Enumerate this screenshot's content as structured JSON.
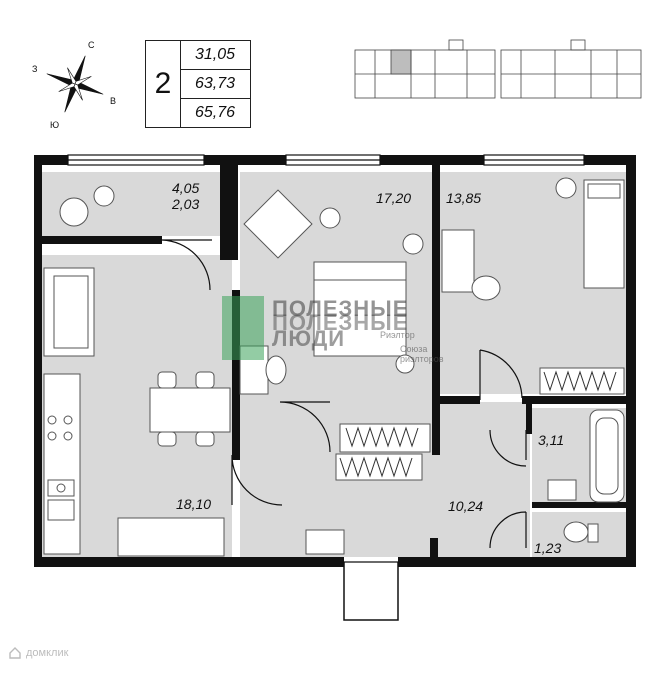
{
  "compass": {
    "north": "С",
    "east": "В",
    "south": "Ю",
    "west": "З"
  },
  "summary": {
    "rooms": "2",
    "areas": [
      "31,05",
      "63,73",
      "65,76"
    ]
  },
  "rooms": [
    {
      "id": "balcony",
      "lines": [
        "4,05",
        "2,03"
      ]
    },
    {
      "id": "living-room",
      "lines": [
        "17,20"
      ]
    },
    {
      "id": "bedroom",
      "lines": [
        "13,85"
      ]
    },
    {
      "id": "kitchen",
      "lines": [
        "18,10"
      ]
    },
    {
      "id": "hall",
      "lines": [
        "10,24"
      ]
    },
    {
      "id": "bathroom",
      "lines": [
        "3,11"
      ]
    },
    {
      "id": "toilet",
      "lines": [
        "1,23"
      ]
    }
  ],
  "watermark": {
    "line1": "ПОЛЕЗНЫЕ",
    "line2": "ПОЛЕЗНЫЕ",
    "line3": "ЛЮДИ",
    "sub1": "Риэлтор",
    "sub2": "Союза риэлторов"
  },
  "brand": {
    "name": "домклик"
  },
  "colors": {
    "wall": "#111111",
    "floor": "#d9d9d9",
    "furniture": "#ffffff",
    "accent": "#3aa35a"
  }
}
